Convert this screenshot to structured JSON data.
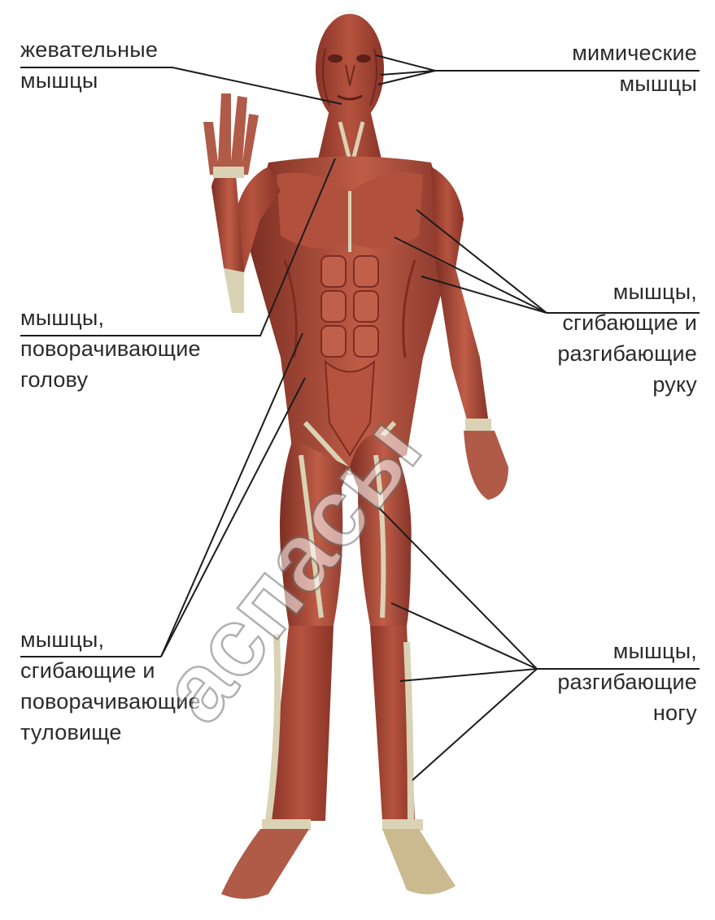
{
  "labels": {
    "chewing": [
      "жевательные",
      "мышцы"
    ],
    "facial": [
      "мимические",
      "мышцы"
    ],
    "head_turning": [
      "мышцы,",
      "поворачивающие",
      "голову"
    ],
    "arm": [
      "мышцы,",
      "сгибающие и",
      "разгибающие",
      "руку"
    ],
    "trunk": [
      "мышцы,",
      "сгибающие и",
      "поворачивающие",
      "туловище"
    ],
    "leg": [
      "мышцы,",
      "разгибающие",
      "ногу"
    ]
  },
  "watermark": "аспасы",
  "colors": {
    "muscle": "#a8493b",
    "muscle_dark": "#7e2c22",
    "muscle_light": "#c66a55",
    "tendon": "#d9d2b4",
    "leader_line": "#1c1c1c",
    "text": "#2b2b2b"
  }
}
